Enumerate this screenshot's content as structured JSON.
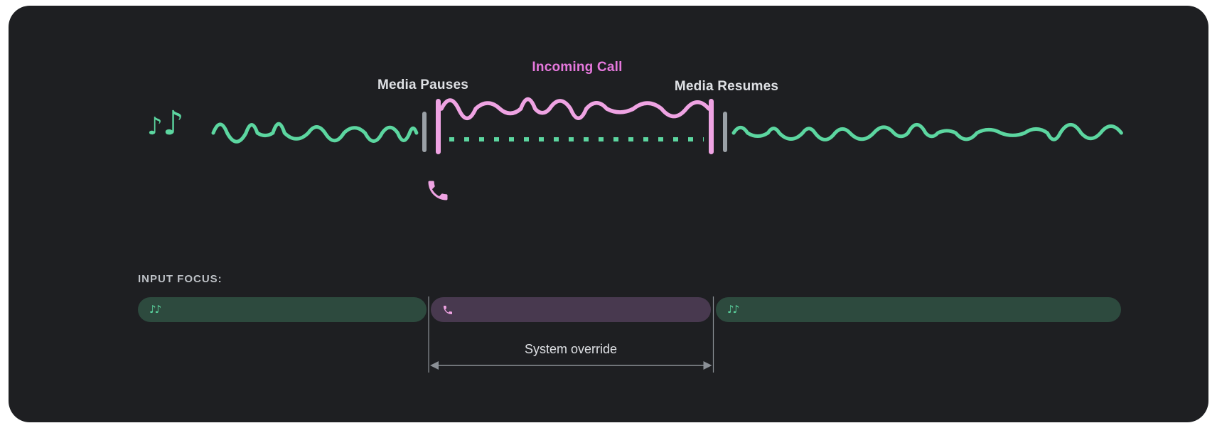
{
  "colors": {
    "page_bg": "#ffffff",
    "panel_bg": "#1e1f22",
    "media_green": "#5cd6a0",
    "call_pink": "#efa3e3",
    "incoming_call_text": "#e678dd",
    "label_gray": "#dfe1e5",
    "focus_title_gray": "#bdc1c6",
    "marker_gray": "#9aa0a6",
    "guide_gray": "#8b9096",
    "pill_media_bg": "#2d4a3e",
    "pill_call_bg": "#48394f"
  },
  "waveform_diagram": {
    "incoming_call_label": "Incoming Call",
    "media_pauses_label": "Media Pauses",
    "media_resumes_label": "Media Resumes",
    "icons": {
      "music_note_small_glyph": "♪",
      "music_note_large_glyph": "♪",
      "phone_icon_name": "phone-handset",
      "music_notes_icon_name": "music-notes"
    }
  },
  "input_focus": {
    "title": "INPUT FOCUS:",
    "system_override_label": "System override",
    "pill_music_glyph": "♪♪",
    "segments": [
      {
        "name": "media-before-call",
        "icon": "music-notes",
        "type": "media"
      },
      {
        "name": "incoming-call",
        "icon": "phone",
        "type": "call"
      },
      {
        "name": "media-after-call",
        "icon": "music-notes",
        "type": "media"
      }
    ]
  }
}
